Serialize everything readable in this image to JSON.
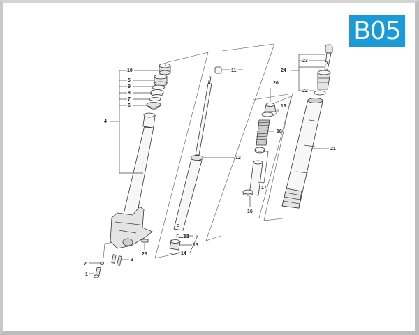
{
  "diagram": {
    "title_badge": "B05",
    "badge_color": "#1a9ad6",
    "type": "exploded-parts-view",
    "subject": "front fork leg",
    "callouts": [
      {
        "id": "1",
        "label": "1"
      },
      {
        "id": "2",
        "label": "2"
      },
      {
        "id": "3",
        "label": "3"
      },
      {
        "id": "4",
        "label": "4"
      },
      {
        "id": "5",
        "label": "5"
      },
      {
        "id": "6",
        "label": "6"
      },
      {
        "id": "7",
        "label": "7"
      },
      {
        "id": "8",
        "label": "8"
      },
      {
        "id": "9",
        "label": "9"
      },
      {
        "id": "10",
        "label": "10"
      },
      {
        "id": "11",
        "label": "11"
      },
      {
        "id": "12",
        "label": "12"
      },
      {
        "id": "13",
        "label": "13"
      },
      {
        "id": "14",
        "label": "14"
      },
      {
        "id": "15",
        "label": "15"
      },
      {
        "id": "16",
        "label": "16"
      },
      {
        "id": "17",
        "label": "17"
      },
      {
        "id": "18",
        "label": "18"
      },
      {
        "id": "19",
        "label": "19"
      },
      {
        "id": "20",
        "label": "20"
      },
      {
        "id": "21",
        "label": "21"
      },
      {
        "id": "22",
        "label": "22"
      },
      {
        "id": "23",
        "label": "23"
      },
      {
        "id": "24",
        "label": "24"
      },
      {
        "id": "25",
        "label": "25"
      }
    ]
  }
}
